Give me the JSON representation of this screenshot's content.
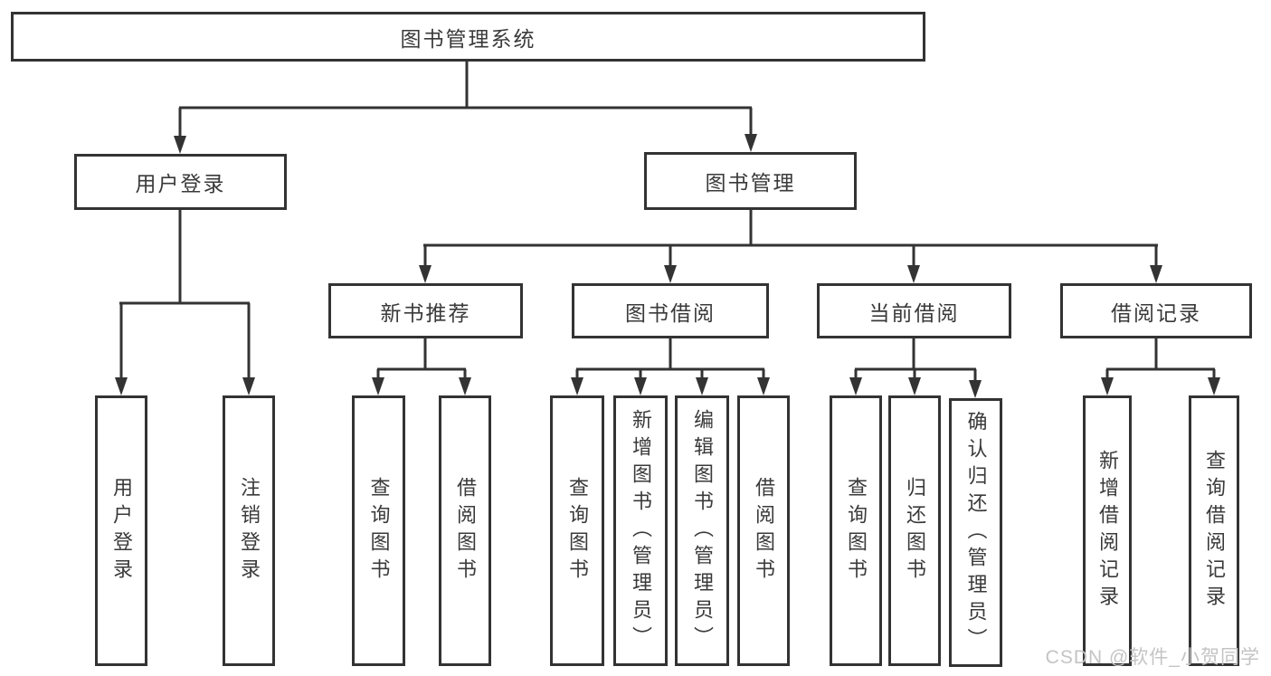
{
  "colors": {
    "background": "#ffffff",
    "box_border": "#333333",
    "line": "#333333",
    "text": "#3a3a3a",
    "watermark": "#c4c4c4"
  },
  "watermark": {
    "text": "CSDN @软件_小贺同学"
  },
  "tree": {
    "root": {
      "label": "图书管理系统"
    },
    "branches": [
      {
        "label": "用户登录",
        "children": [
          {
            "label": "用户登录"
          },
          {
            "label": "注销登录"
          }
        ]
      },
      {
        "label": "图书管理",
        "children": [
          {
            "label": "新书推荐",
            "children": [
              {
                "label": "查询图书"
              },
              {
                "label": "借阅图书"
              }
            ]
          },
          {
            "label": "图书借阅",
            "children": [
              {
                "label": "查询图书"
              },
              {
                "label": "新增图书（管理员）"
              },
              {
                "label": "编辑图书（管理员）"
              },
              {
                "label": "借阅图书"
              }
            ]
          },
          {
            "label": "当前借阅",
            "children": [
              {
                "label": "查询图书"
              },
              {
                "label": "归还图书"
              },
              {
                "label": "确认归还（管理员）"
              }
            ]
          },
          {
            "label": "借阅记录",
            "children": [
              {
                "label": "新增借阅记录"
              },
              {
                "label": "查询借阅记录"
              }
            ]
          }
        ]
      }
    ]
  }
}
